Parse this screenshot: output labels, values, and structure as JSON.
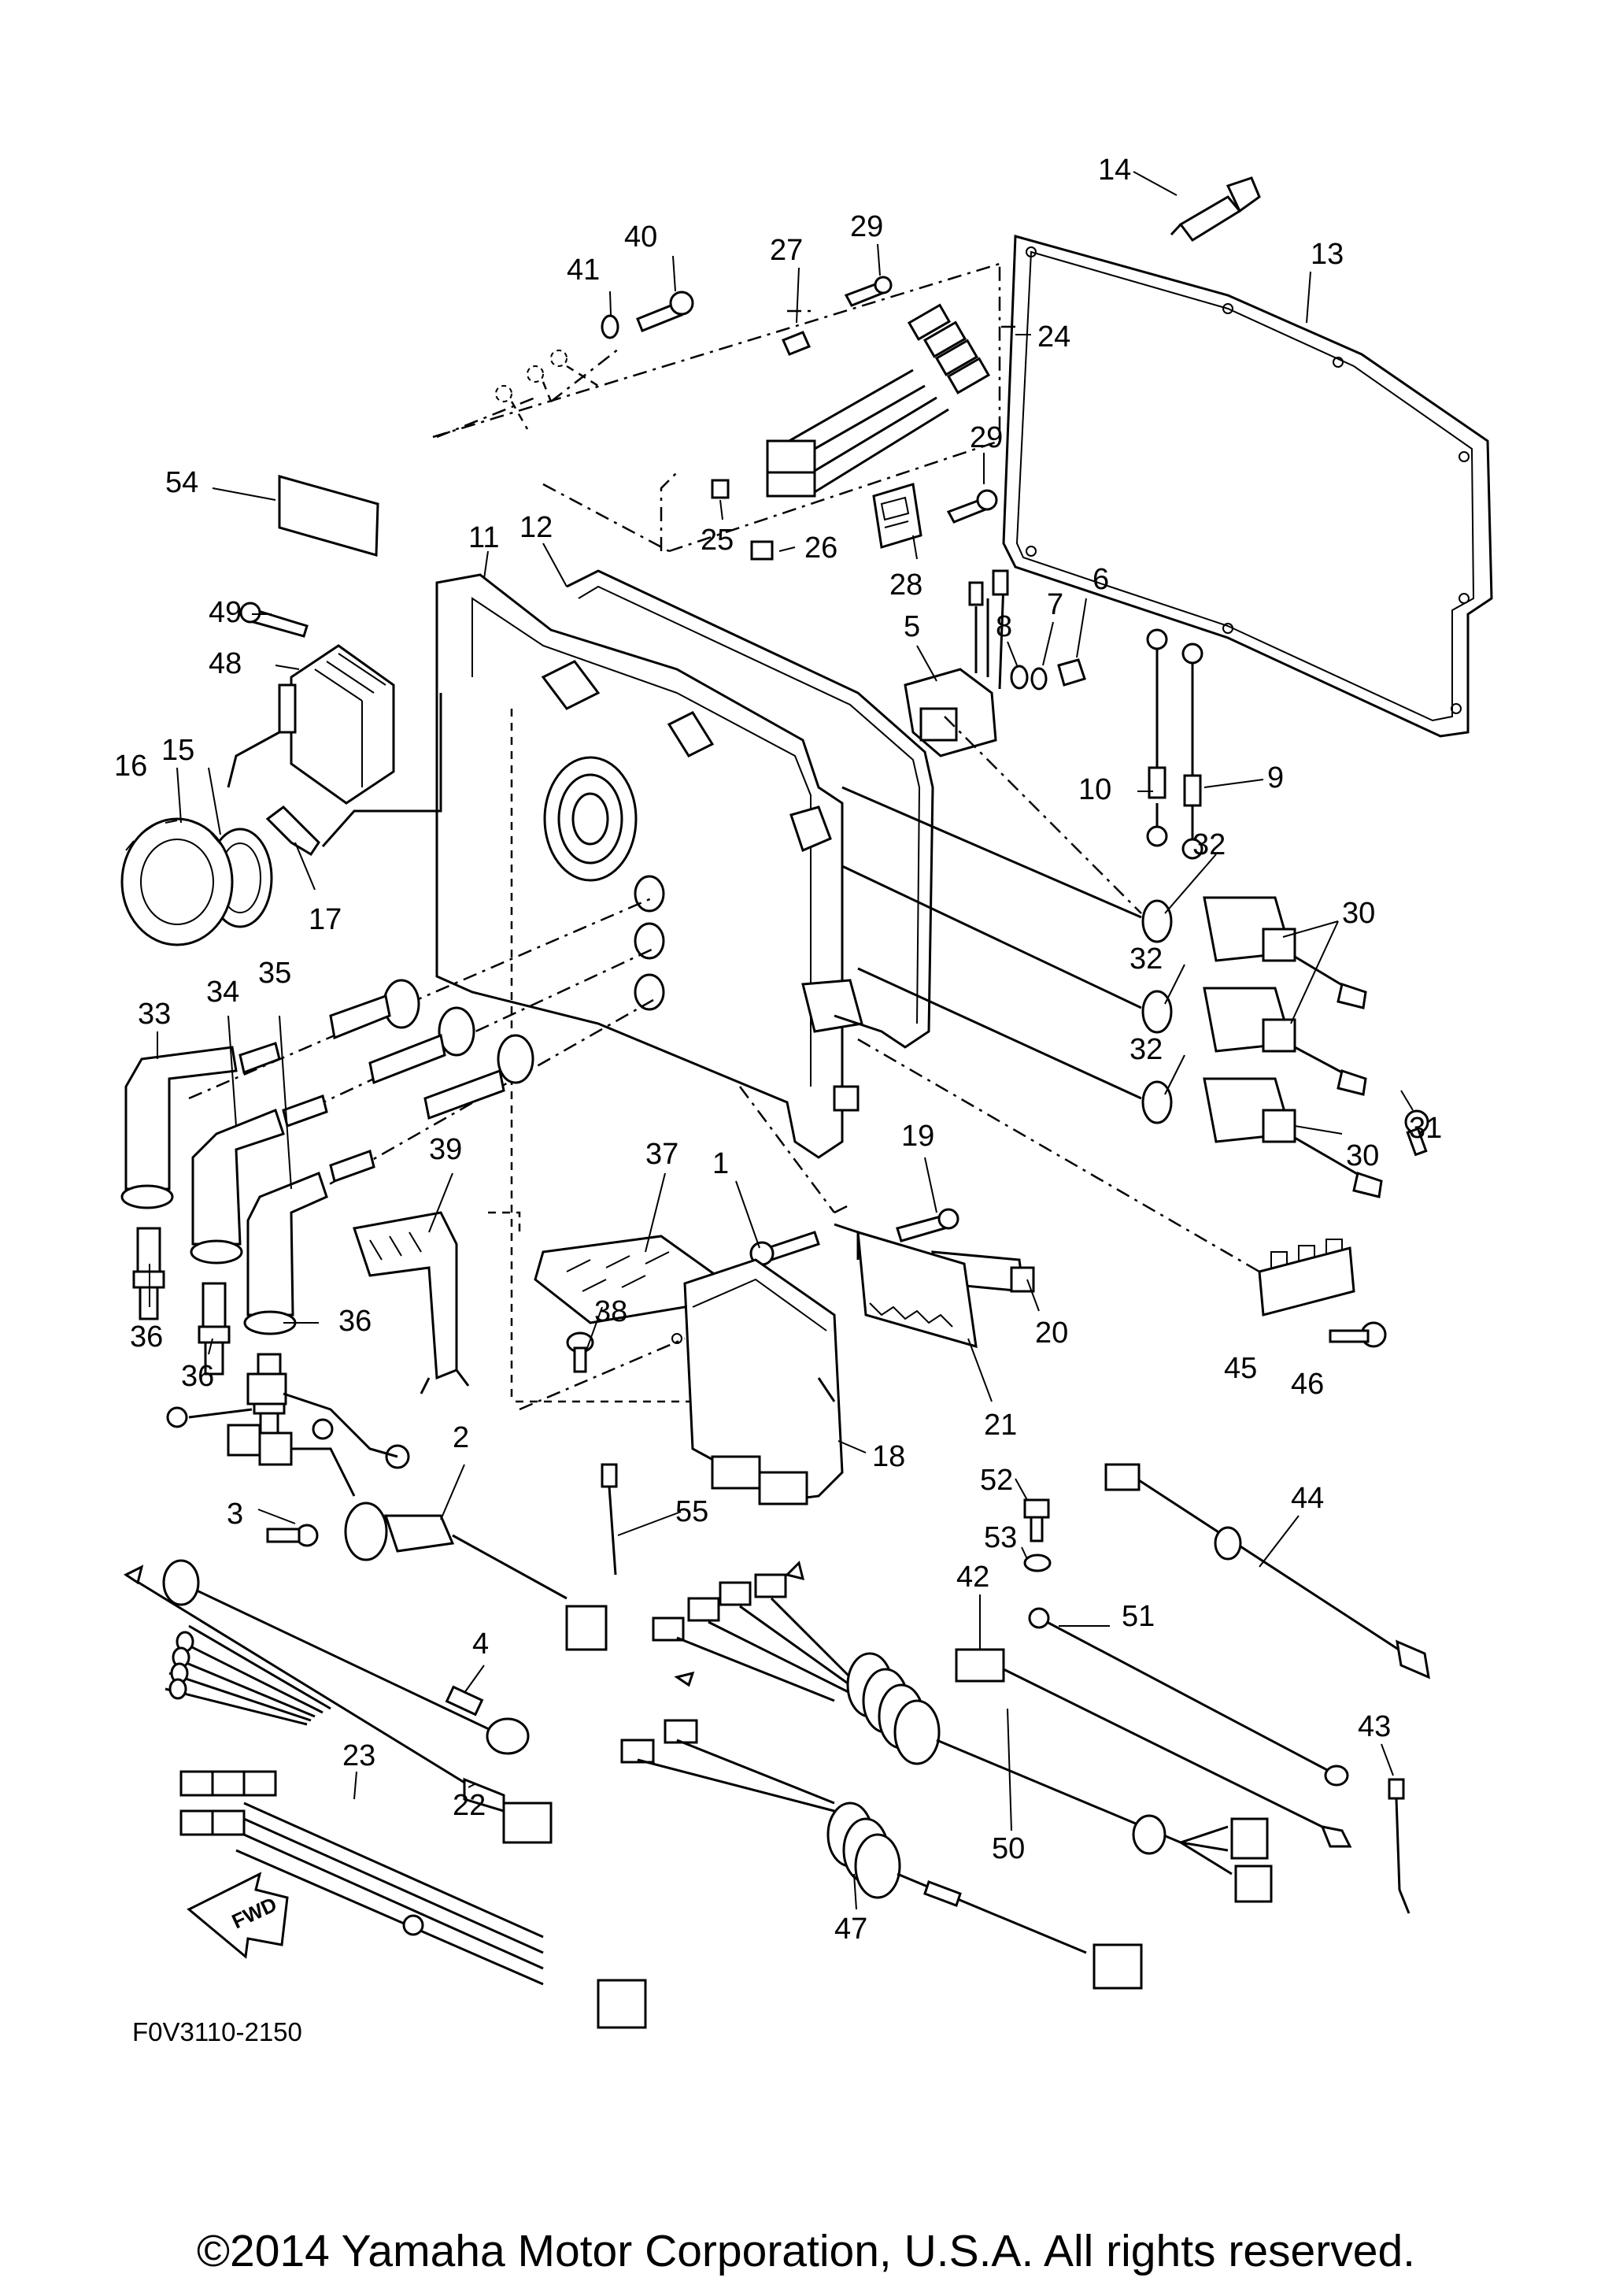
{
  "diagram": {
    "figure_code": "F0V3110-2150",
    "copyright": "©2014 Yamaha Motor Corporation, U.S.A. All rights reserved.",
    "direction_arrow": {
      "icon": "fwd-arrow-icon",
      "label": "FWD"
    },
    "callouts": [
      {
        "id": "1",
        "label": "1"
      },
      {
        "id": "2",
        "label": "2"
      },
      {
        "id": "3",
        "label": "3"
      },
      {
        "id": "4",
        "label": "4"
      },
      {
        "id": "5",
        "label": "5"
      },
      {
        "id": "6",
        "label": "6"
      },
      {
        "id": "7",
        "label": "7"
      },
      {
        "id": "8",
        "label": "8"
      },
      {
        "id": "9",
        "label": "9"
      },
      {
        "id": "10",
        "label": "10"
      },
      {
        "id": "11",
        "label": "11"
      },
      {
        "id": "12",
        "label": "12"
      },
      {
        "id": "13",
        "label": "13"
      },
      {
        "id": "14",
        "label": "14"
      },
      {
        "id": "15",
        "label": "15"
      },
      {
        "id": "16",
        "label": "16"
      },
      {
        "id": "17",
        "label": "17"
      },
      {
        "id": "18",
        "label": "18"
      },
      {
        "id": "19",
        "label": "19"
      },
      {
        "id": "20",
        "label": "20"
      },
      {
        "id": "21",
        "label": "21"
      },
      {
        "id": "22",
        "label": "22"
      },
      {
        "id": "23",
        "label": "23"
      },
      {
        "id": "24",
        "label": "24"
      },
      {
        "id": "25",
        "label": "25"
      },
      {
        "id": "26",
        "label": "26"
      },
      {
        "id": "27",
        "label": "27"
      },
      {
        "id": "28",
        "label": "28"
      },
      {
        "id": "29a",
        "label": "29"
      },
      {
        "id": "29b",
        "label": "29"
      },
      {
        "id": "30a",
        "label": "30"
      },
      {
        "id": "30b",
        "label": "30"
      },
      {
        "id": "30c",
        "label": "30"
      },
      {
        "id": "31",
        "label": "31"
      },
      {
        "id": "32a",
        "label": "32"
      },
      {
        "id": "32b",
        "label": "32"
      },
      {
        "id": "32c",
        "label": "32"
      },
      {
        "id": "33",
        "label": "33"
      },
      {
        "id": "34",
        "label": "34"
      },
      {
        "id": "35",
        "label": "35"
      },
      {
        "id": "36a",
        "label": "36"
      },
      {
        "id": "36b",
        "label": "36"
      },
      {
        "id": "36c",
        "label": "36"
      },
      {
        "id": "37",
        "label": "37"
      },
      {
        "id": "38",
        "label": "38"
      },
      {
        "id": "39",
        "label": "39"
      },
      {
        "id": "40",
        "label": "40"
      },
      {
        "id": "41",
        "label": "41"
      },
      {
        "id": "42",
        "label": "42"
      },
      {
        "id": "43",
        "label": "43"
      },
      {
        "id": "44",
        "label": "44"
      },
      {
        "id": "45",
        "label": "45"
      },
      {
        "id": "46",
        "label": "46"
      },
      {
        "id": "47",
        "label": "47"
      },
      {
        "id": "48",
        "label": "48"
      },
      {
        "id": "49",
        "label": "49"
      },
      {
        "id": "50",
        "label": "50"
      },
      {
        "id": "51",
        "label": "51"
      },
      {
        "id": "52",
        "label": "52"
      },
      {
        "id": "53",
        "label": "53"
      },
      {
        "id": "54",
        "label": "54"
      },
      {
        "id": "55",
        "label": "55"
      }
    ]
  }
}
